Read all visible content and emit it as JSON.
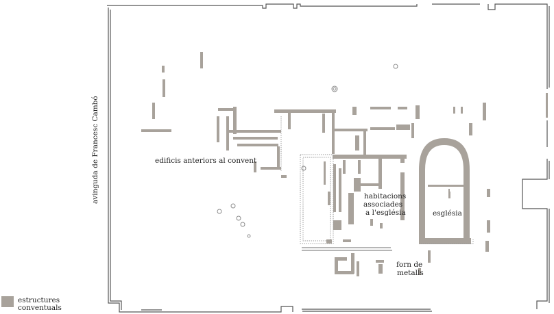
{
  "labels": {
    "street": "avinguda de Francesc Cambó",
    "earlier_buildings": "edificis anteriors al convent",
    "rooms_line1": "habitacions",
    "rooms_line2": "associades",
    "rooms_line3": "a l'església",
    "church": "església",
    "furnace_line1": "forn de",
    "furnace_line2": "metalls"
  },
  "legend": {
    "line1": "estructures",
    "line2": "conventuals"
  },
  "colors": {
    "structures": "#a8a29b"
  }
}
